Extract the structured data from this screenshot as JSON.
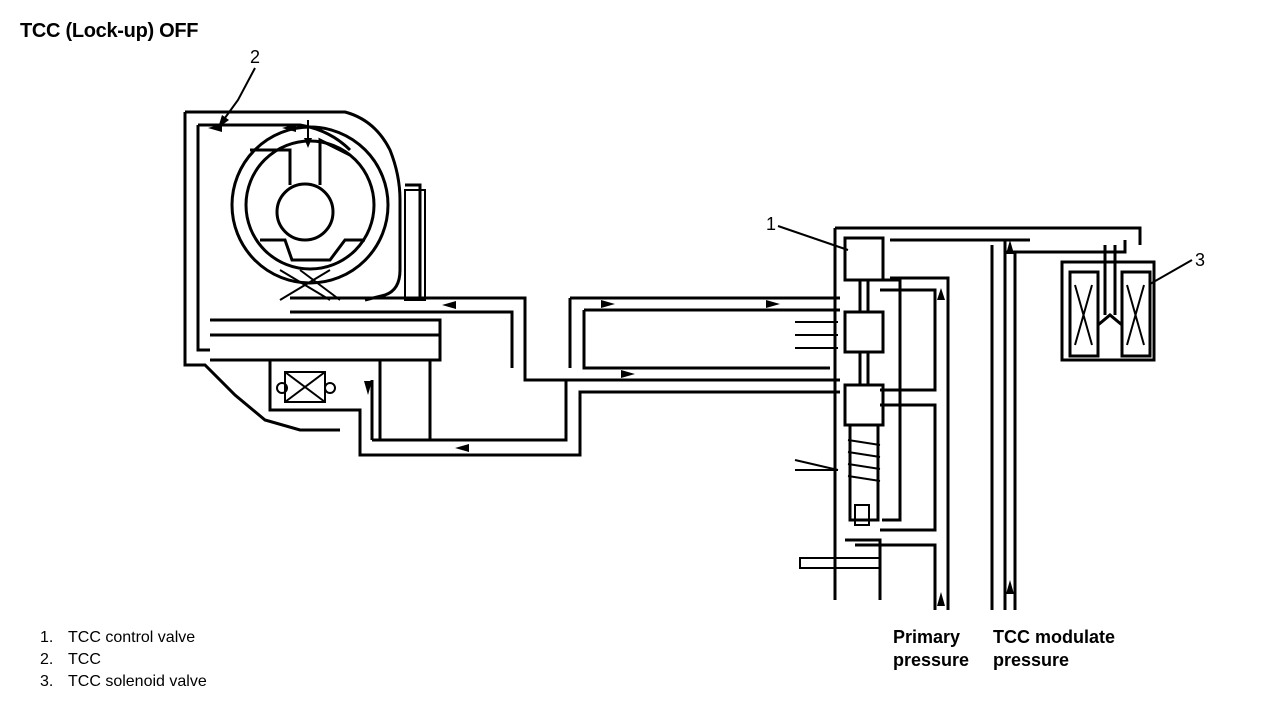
{
  "title": "TCC (Lock-up) OFF",
  "callouts": {
    "c1": "1",
    "c2": "2",
    "c3": "3"
  },
  "legend": [
    {
      "num": "1.",
      "label": "TCC control valve"
    },
    {
      "num": "2.",
      "label": "TCC"
    },
    {
      "num": "3.",
      "label": "TCC solenoid valve"
    }
  ],
  "pressure_labels": {
    "primary_line1": "Primary",
    "primary_line2": "pressure",
    "modulate_line1": "TCC modulate",
    "modulate_line2": "pressure"
  }
}
